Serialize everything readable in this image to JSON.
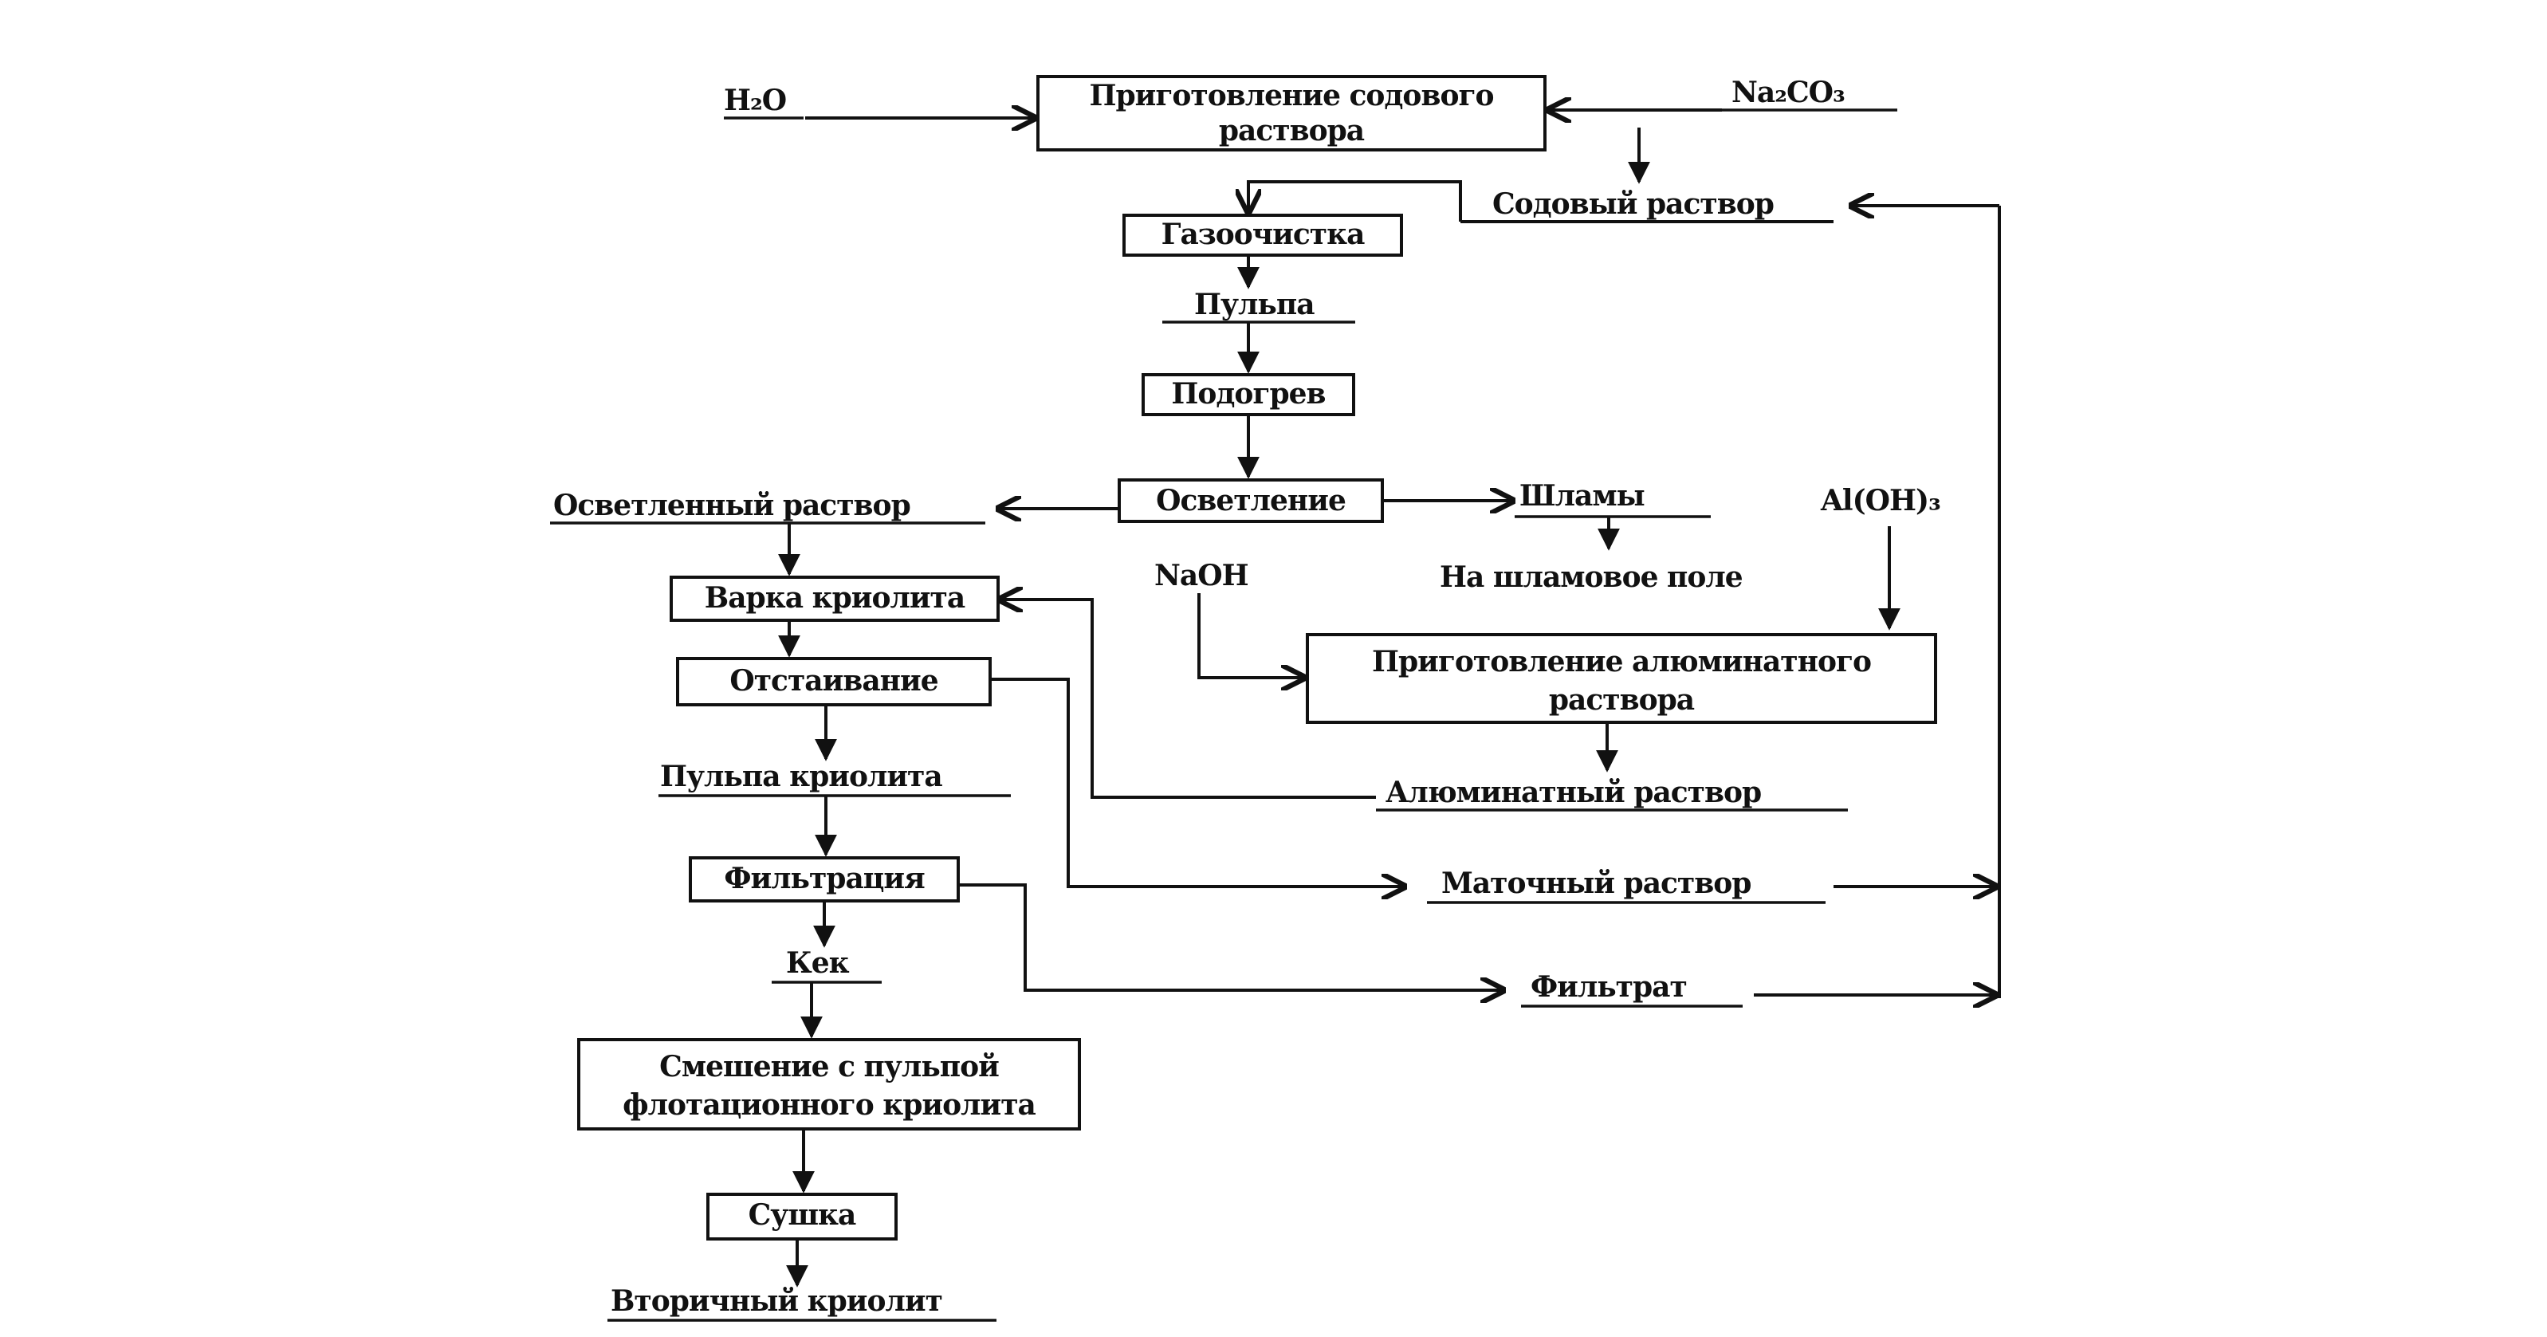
{
  "diagram": {
    "inputs": {
      "water": "H₂O",
      "soda_ash": "Na₂CO₃",
      "sodium_hydroxide": "NaOH",
      "aluminum_hydroxide": "Al(OH)₃"
    },
    "processes": {
      "soda_solution_prep_line1": "Приготовление содового",
      "soda_solution_prep_line2": "раствора",
      "gas_cleaning": "Газоочистка",
      "heating": "Подогрев",
      "clarification": "Осветление",
      "cryolite_cooking": "Варка криолита",
      "settling": "Отстаивание",
      "filtration": "Фильтрация",
      "mixing_line1": "Смешение с пульпой",
      "mixing_line2": "флотационного криолита",
      "drying": "Сушка",
      "aluminate_prep_line1": "Приготовление алюминатного",
      "aluminate_prep_line2": "раствора"
    },
    "streams": {
      "soda_solution": "Содовый раствор",
      "pulp": "Пульпа",
      "clarified_solution": "Осветленный раствор",
      "sludge": "Шламы",
      "to_sludge_field": "На шламовое поле",
      "cryolite_pulp": "Пульпа криолита",
      "aluminate_solution": "Алюминатный раствор",
      "mother_liquor": "Маточный раствор",
      "cake": "Кек",
      "filtrate": "Фильтрат",
      "secondary_cryolite": "Вторичный криолит"
    }
  }
}
